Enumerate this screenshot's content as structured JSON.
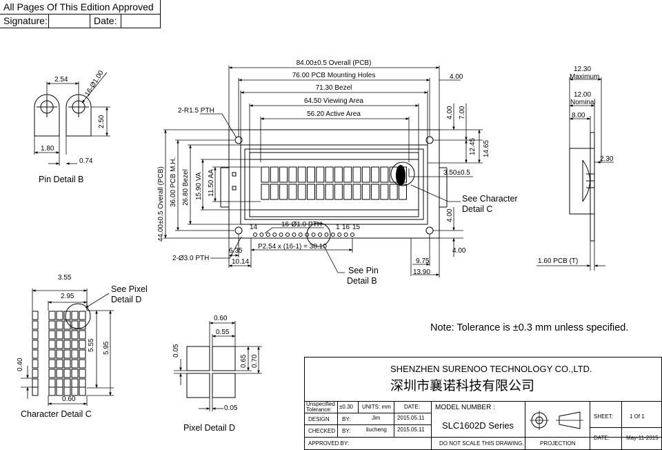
{
  "approval": {
    "title": "All Pages Of This Edition Approved",
    "signature_label": "Signature:",
    "date_label": "Date:"
  },
  "labels": {
    "overall_pcb": "84.00±0.5 Overall (PCB)",
    "mounting_holes": "76.00 PCB Mounting Holes",
    "bezel": "71.30 Bezel",
    "viewing_area": "64.50 Viewing Area",
    "active_area": "56.20 Active Area",
    "right_4_top": "4.00",
    "r_pth": "2-R1.5 PTH",
    "dim_4_00_v": "4.00",
    "dim_7_00_v": "7.00",
    "dim_12_45_v": "12.45",
    "dim_14_65_v": "14.65",
    "dim_3_50": "3.50±0.5",
    "see_char_c": "See Character",
    "see_char_c2": "Detail C",
    "overall_height": "44.00±0.5 Overall (PCB)",
    "pcb_mh": "36.00 PCB M.H.",
    "bezel_h": "26.80 Bezel",
    "va_h": "15.90 VA",
    "aa_h": "11.50 AA",
    "pin14": "14",
    "pin_pth": "16-Ø1.0 PTH",
    "pin1": "1",
    "pin16": "16",
    "pin15": "15",
    "dim_6_35": "6.35",
    "pitch": "P2.54 x (16-1) = 38.10",
    "dim_10_14": "10.14",
    "hole_pth": "2-Ø3.0 PTH",
    "see_pin_b": "See Pin",
    "see_pin_b2": "Detail B",
    "dim_4_00_low": "4.00",
    "dim_4_00_low2": "4.00",
    "dim_9_75": "9.75",
    "dim_13_90": "13.90",
    "side_12_30": "12.30",
    "side_max": "Maximum",
    "side_12_00": "12.00",
    "side_nom": "Nominal",
    "side_8_00": "8.00",
    "side_2_30": "2.30",
    "side_pcb": "1.60 PCB (T)",
    "pin_2_54": "2.54",
    "pin_hole": "16-Ø1.00",
    "pin_2_50": "2.50",
    "pin_1_80": "1.80",
    "pin_0_74": "0.74",
    "pin_detail_b": "Pin Detail B",
    "char_3_55": "3.55",
    "char_2_95": "2.95",
    "see_pixel_d": "See Pixel",
    "see_pixel_d2": "Detail D",
    "char_5_55": "5.55",
    "char_5_95": "5.95",
    "char_0_40": "0.40",
    "char_0_60": "0.60",
    "char_detail_c": "Character Detail C",
    "pix_0_60": "0.60",
    "pix_0_55": "0.55",
    "pix_0_05": "0.05",
    "pix_0_65": "0.65",
    "pix_0_70": "0.70",
    "pix_0_05b": "0.05",
    "pixel_detail_d": "Pixel Detail D"
  },
  "note": "Note: Tolerance is ±0.3 mm unless specified.",
  "title_block": {
    "company_en": "SHENZHEN SURENOO TECHNOLOGY CO.,LTD.",
    "company_cn": "深圳市襄诺科技有限公司",
    "unspecified": "Unspecified",
    "tolerance": "Tolerance:",
    "tol_value": "±0.30",
    "units": "UNITS: mm",
    "date_hdr": "DATE:",
    "model_label": "MODEL NUMBER :",
    "model_value": "SLC1602D Series",
    "design": "DESIGN",
    "by1": "BY:",
    "designer": "Jim",
    "design_date": "2015.05.11",
    "checked": "CHECKED",
    "by2": "BY:",
    "checker": "liucheng",
    "check_date": "2015.05.11",
    "approved": "APPROVED BY:",
    "no_scale": "DO NOT SCALE THIS DRAWING.",
    "projection": "PROJECTION",
    "sheet_label": "SHEET:",
    "sheet_value": "1  Of  1",
    "date_label": "DATE:",
    "date_value": "May-11-2015"
  }
}
